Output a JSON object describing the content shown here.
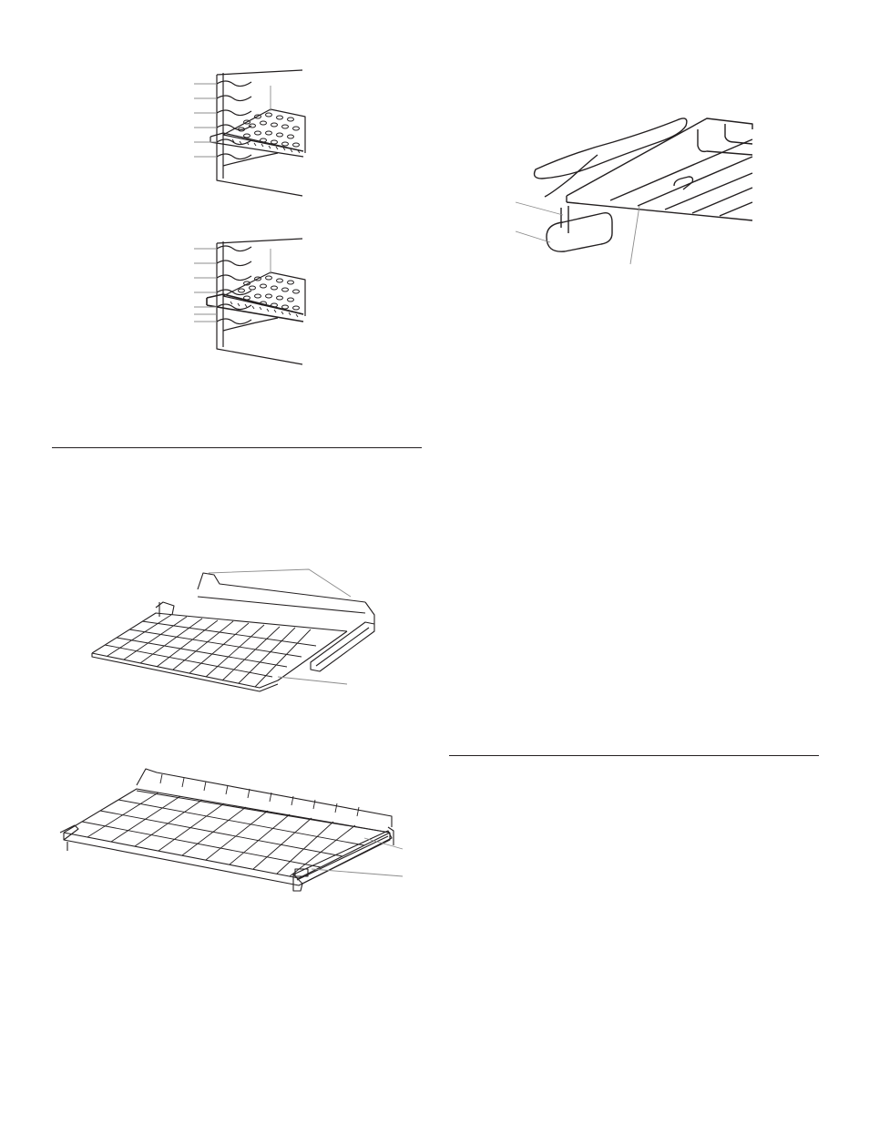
{
  "page": {
    "background": "#ffffff",
    "line_color": "#231f20",
    "callout_color": "#8c8c8c",
    "shade_color": "#d9d9d9"
  },
  "figures": [
    {
      "icon": "oven-rack-positions-diagram-1"
    },
    {
      "icon": "oven-rack-positions-diagram-2"
    },
    {
      "icon": "rack-removal-handle-diagram"
    },
    {
      "icon": "extension-rack-pulled-out-diagram"
    },
    {
      "icon": "extension-rack-slides-diagram"
    }
  ]
}
